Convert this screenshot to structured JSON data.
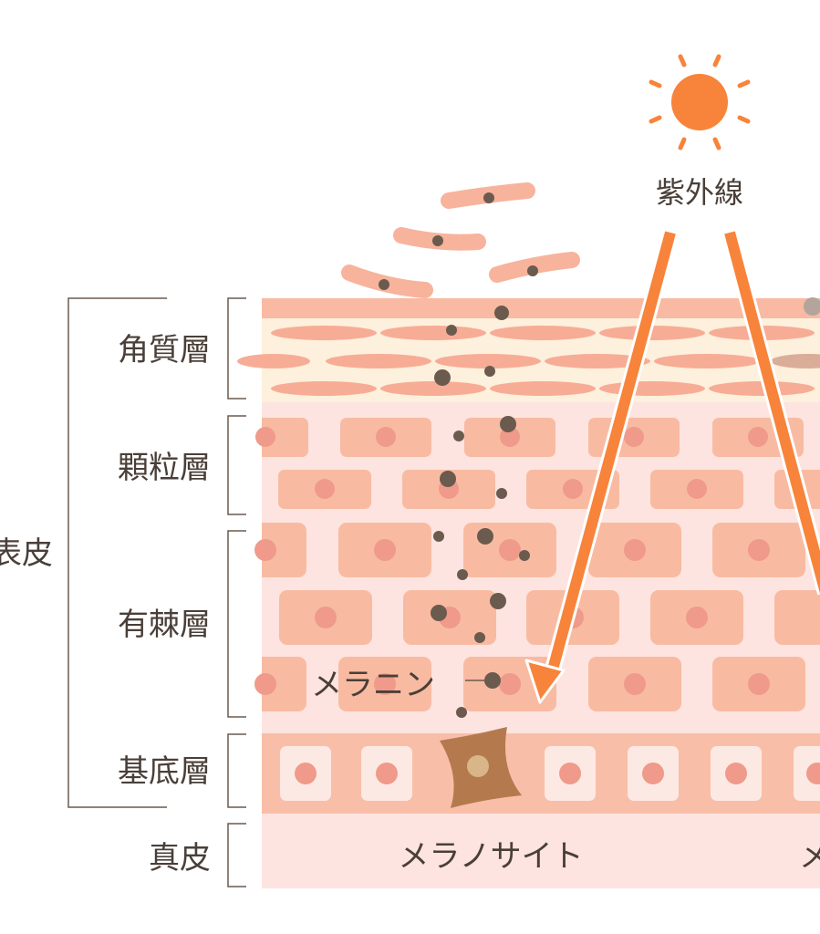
{
  "labels": {
    "uv": "紫外線",
    "epidermis": "表皮",
    "stratum_corneum": "角質層",
    "stratum_granulosum": "顆粒層",
    "stratum_spinosum": "有棘層",
    "stratum_basale": "基底層",
    "dermis": "真皮",
    "melanin": "メラニン",
    "melanocyte": "メラノサイト",
    "melanocyte_partial": "メ"
  },
  "colors": {
    "sun": "#f7843a",
    "arrow": "#f7843a",
    "cell": "#f8b9a0",
    "nucleus": "#ef9a8a",
    "corneum_bg": "#fdf0dc",
    "skin_bg": "#fde4e0",
    "basal_band": "#f9c0a8",
    "melanin_dot": "#6b5a4e",
    "melanocyte": "#b47a4e",
    "bracket": "#6b5a4e"
  }
}
